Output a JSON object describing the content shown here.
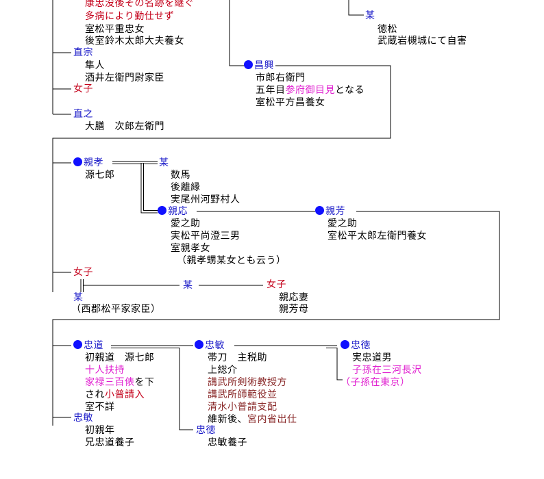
{
  "top_left": {
    "line1": "康忠没後その名跡を継ぐ",
    "line2": "多病により勤仕せず",
    "line3": "室松平重忠女",
    "line4": "後室鈴木太郎大夫養女"
  },
  "top_right": {
    "name": "某",
    "line1": "徳松",
    "line2": "武蔵岩槻城にて自害"
  },
  "naomune": {
    "name": "直宗",
    "line1": "隼人",
    "line2": "酒井左衛門尉家臣"
  },
  "joshi1": "女子",
  "naoyuki": {
    "name": "直之",
    "line1": "大膳　次郎左衛門"
  },
  "masaoki": {
    "name": "昌興",
    "line1": "市郎右衛門",
    "line2_pre": "五年目",
    "line2_pink": "参府御目見",
    "line2_post": "となる",
    "line3": "室松平方昌養女"
  },
  "chikataka": {
    "name": "親孝",
    "line1": "源七郎"
  },
  "bou2": {
    "name": "某",
    "line1": "数馬",
    "line2": "後離縁",
    "line3": "実尾州河野村人"
  },
  "chikamasa": {
    "name": "親応",
    "line1": "愛之助",
    "line2": "実松平尚澄三男",
    "line3": "室親孝女",
    "line4": "（親孝甥某女とも云う）"
  },
  "chikayoshi": {
    "name": "親芳",
    "line1": "愛之助",
    "line2": "室松平太郎左衛門養女"
  },
  "joshi2": "女子",
  "bou3": {
    "name": "某",
    "line1": "（西郡松平家家臣）"
  },
  "bou4": "某",
  "joshi3": {
    "name": "女子",
    "line1": "親応妻",
    "line2": "親芳母"
  },
  "tadamichi": {
    "name": "忠道",
    "line1": "初親道　源七郎",
    "line2": "十人扶持",
    "line3_pink": "家禄三百俵",
    "line3_post": "を下",
    "line4_pre": "され",
    "line4_red": "小普請入",
    "line5": "室不詳"
  },
  "tadatoshi1": {
    "name": "忠敏",
    "line1": "帯刀　主税助",
    "line2": "上総介",
    "line3": "講武所剣術教授方",
    "line4": "講武所師範役並",
    "line5": "清水小普請支配",
    "line6_pre": "維新後、",
    "line6_red": "宮内省出仕"
  },
  "tadanori1": {
    "name": "忠徳",
    "line1": "実忠道男",
    "line2": "子孫在三河長沢",
    "line3": "（子孫在東京）"
  },
  "tadatoshi2": {
    "name": "忠敏",
    "line1": "初親年",
    "line2": "兄忠道養子"
  },
  "tadanori2": {
    "name": "忠徳",
    "line1": "忠敏養子"
  }
}
